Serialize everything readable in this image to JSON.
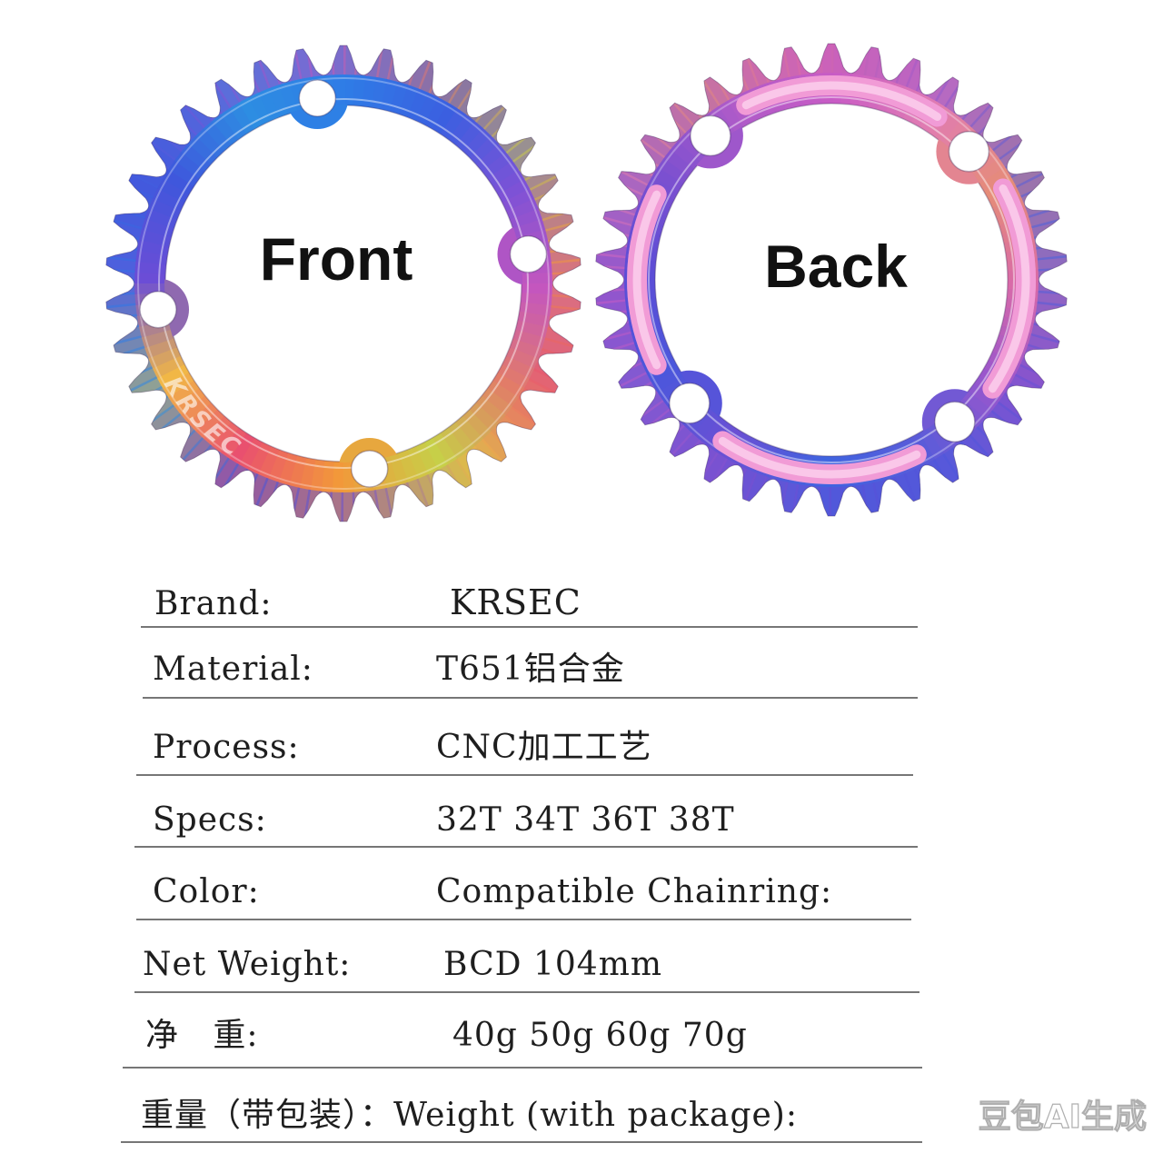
{
  "front_ring": {
    "label": "Front",
    "logo_text": "KRSEC",
    "colors": [
      "#2f7be6",
      "#3b5fe0",
      "#7d52d6",
      "#c456be",
      "#e27c68",
      "#c7cf48",
      "#f2983a",
      "#e9506f",
      "#f1b746",
      "#6b4dd6",
      "#3f57dc",
      "#2d8de2"
    ]
  },
  "back_ring": {
    "label": "Back",
    "colors": [
      "#c95cc5",
      "#e07cb2",
      "#e58c78",
      "#d86aa8",
      "#9b56cc",
      "#5a5bd9",
      "#3f64e0",
      "#6a50d4",
      "#4b57dc",
      "#5c4dd6",
      "#7b50d0",
      "#b05bc8"
    ],
    "slot_colors": [
      "#f19bd6",
      "#fcd2ee"
    ]
  },
  "specs": [
    {
      "label": "Brand:",
      "value": "KRSEC"
    },
    {
      "label": "Material:",
      "value": "T651铝合金"
    },
    {
      "label": "Process:",
      "value": "CNC加工工艺"
    },
    {
      "label": "Specs:",
      "value": "32T 34T 36T 38T"
    },
    {
      "label": "Color:",
      "value": "Compatible Chainring:"
    },
    {
      "label": "Net Weight:",
      "value": "BCD 104mm"
    },
    {
      "label": "净   重:",
      "value": "40g 50g 60g 70g"
    },
    {
      "label": "重量（带包装）：Weight (with package):"
    }
  ],
  "watermark": "豆包AI生成"
}
